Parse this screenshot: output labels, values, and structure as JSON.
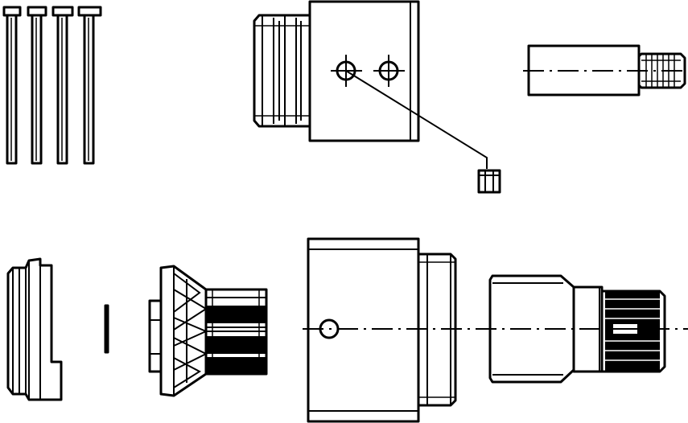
{
  "drawing": {
    "kind": "exploded-view line drawing",
    "colors": {
      "line": "#000000",
      "background": "#ffffff"
    },
    "parts": [
      "bolt-1",
      "bolt-2",
      "bolt-3",
      "bolt-4",
      "upper-housing",
      "screw-hex",
      "small-splined-shaft",
      "seal-ring",
      "retaining-pin",
      "bevel-gear",
      "lower-housing",
      "output-splined-shaft"
    ]
  }
}
